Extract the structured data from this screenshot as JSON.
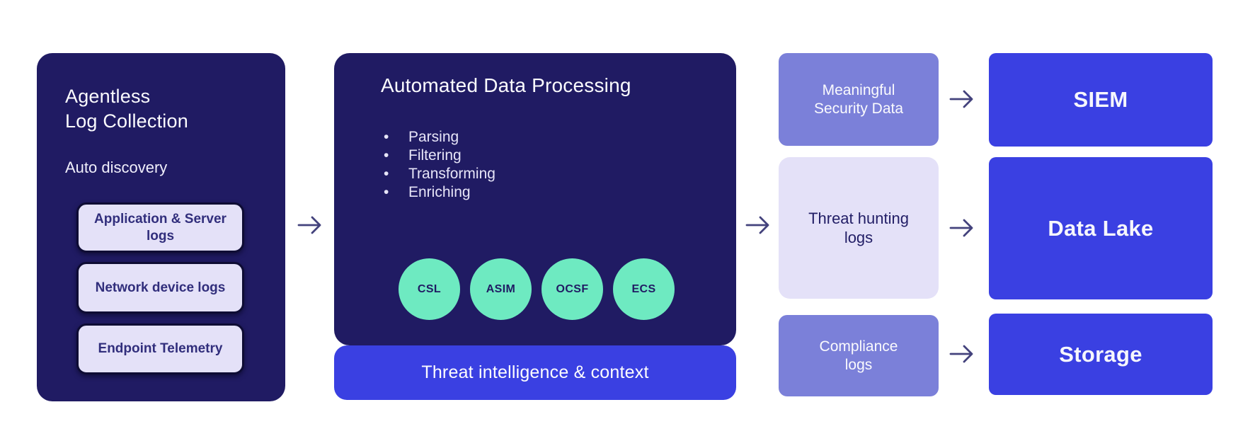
{
  "left_panel": {
    "title_line1": "Agentless",
    "title_line2": "Log Collection",
    "subtitle": "Auto discovery",
    "sources": [
      "Application & Server logs",
      "Network device logs",
      "Endpoint Telemetry"
    ]
  },
  "processing_panel": {
    "title": "Automated Data Processing",
    "steps": [
      "Parsing",
      "Filtering",
      "Transforming",
      "Enriching"
    ],
    "schemas": [
      "CSL",
      "ASIM",
      "OCSF",
      "ECS"
    ],
    "footer": "Threat intelligence & context"
  },
  "outputs": [
    {
      "line1": "Meaningful",
      "line2": "Security Data"
    },
    {
      "line1": "Threat hunting",
      "line2": "logs"
    },
    {
      "line1": "Compliance",
      "line2": "logs"
    }
  ],
  "destinations": [
    "SIEM",
    "Data Lake",
    "Storage"
  ],
  "colors": {
    "navy": "#201b63",
    "blue": "#3a40e2",
    "purple": "#7b80d9",
    "lavender": "#e4e1f8",
    "mint": "#6eeac1",
    "arrow": "#43427c",
    "pill-text": "#312e7c"
  }
}
